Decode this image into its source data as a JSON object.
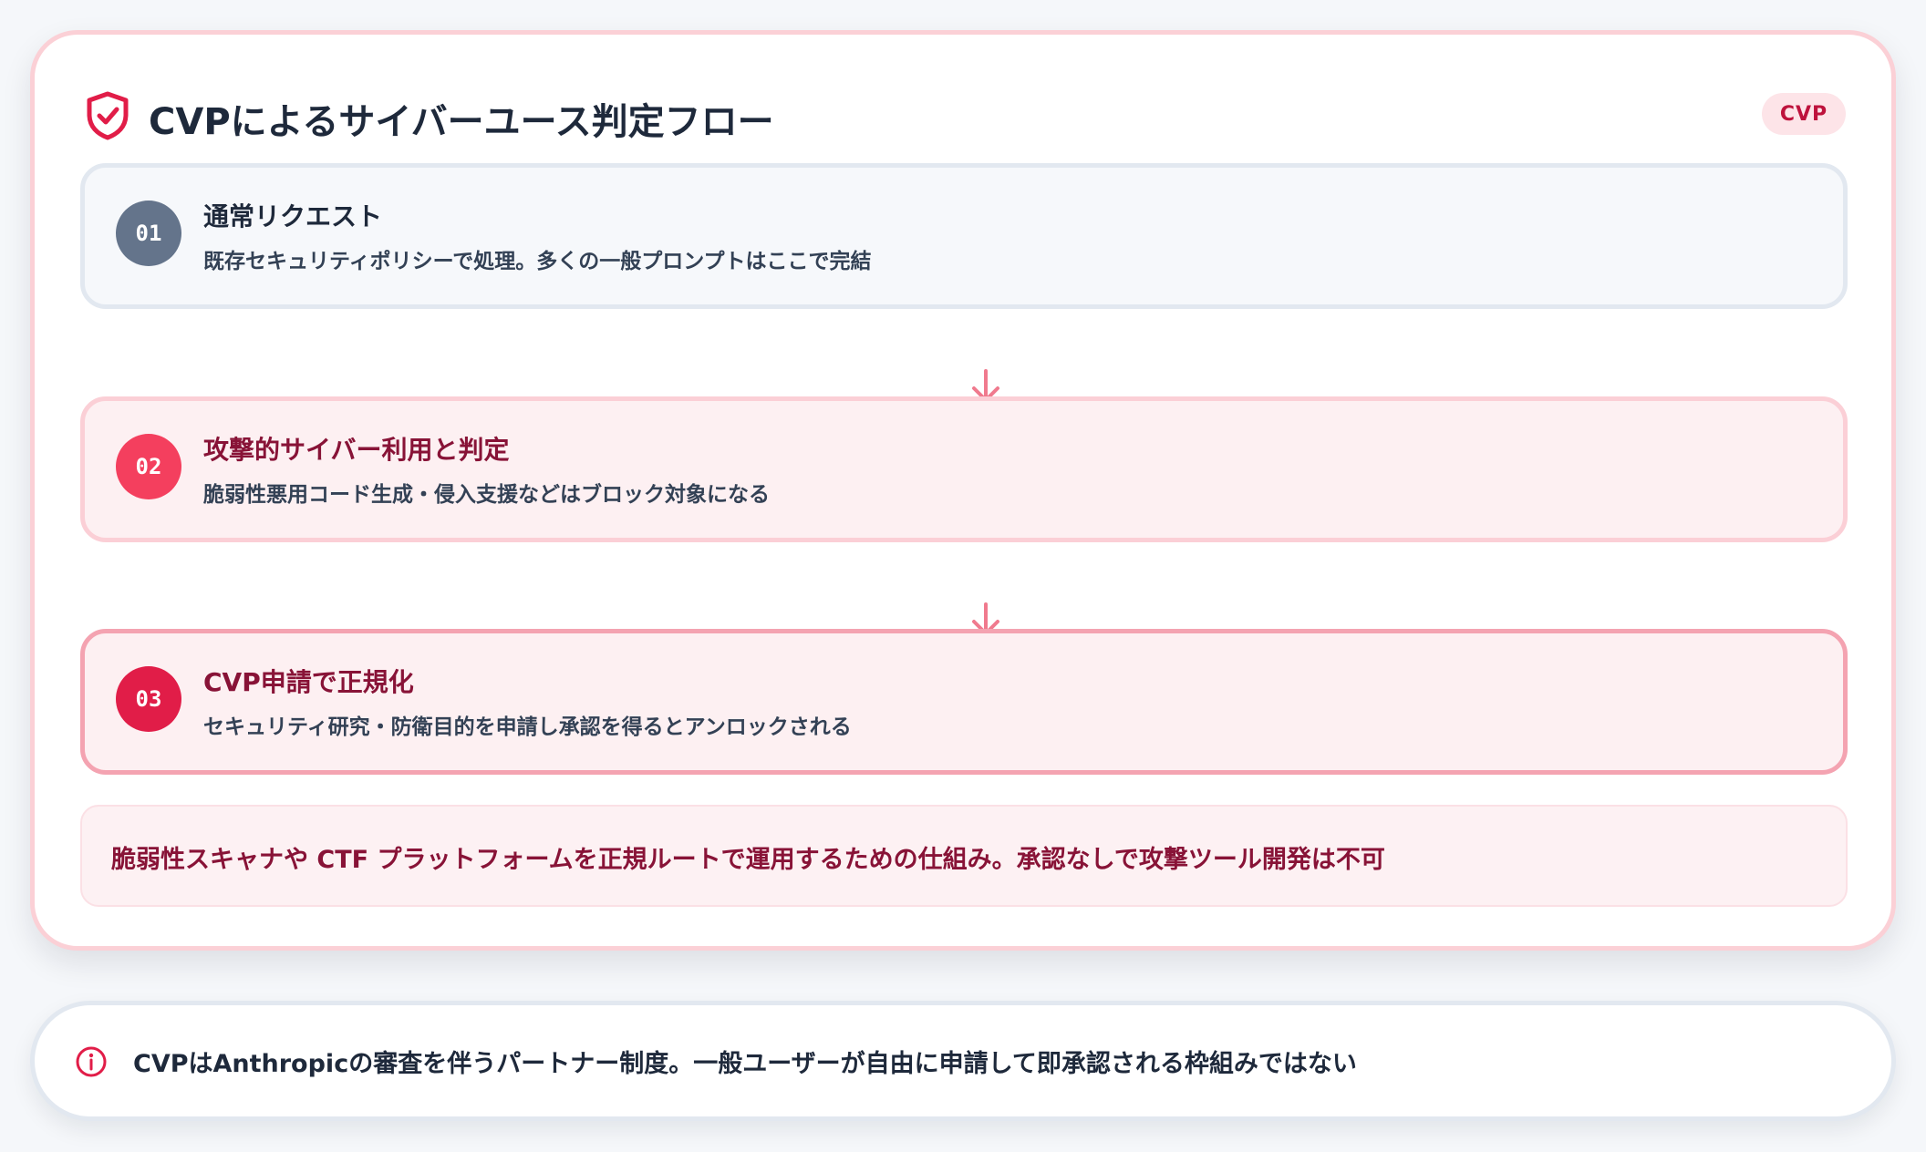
{
  "header": {
    "title": "CVPによるサイバーユース判定フロー",
    "tag": "CVP",
    "icon": "shield-check-icon"
  },
  "steps": [
    {
      "number": "01",
      "title": "通常リクエスト",
      "description": "既存セキュリティポリシーで処理。多くの一般プロンプトはここで完結"
    },
    {
      "number": "02",
      "title": "攻撃的サイバー利用と判定",
      "description": "脆弱性悪用コード生成・侵入支援などはブロック対象になる"
    },
    {
      "number": "03",
      "title": "CVP申請で正規化",
      "description": "セキュリティ研究・防衛目的を申請し承認を得るとアンロックされる"
    }
  ],
  "note": "脆弱性スキャナや CTF プラットフォームを正規ルートで運用するための仕組み。承認なしで攻撃ツール開発は不可",
  "info": {
    "icon": "info-icon",
    "text": "CVPはAnthropicの審査を伴うパートナー制度。一般ユーザーが自由に申請して即承認される枠組みではない"
  },
  "colors": {
    "accent": "#e11d48",
    "accent_light": "#fbd0d6",
    "neutral": "#64748b",
    "text_dark": "#1e293b",
    "text_accent": "#881337"
  }
}
